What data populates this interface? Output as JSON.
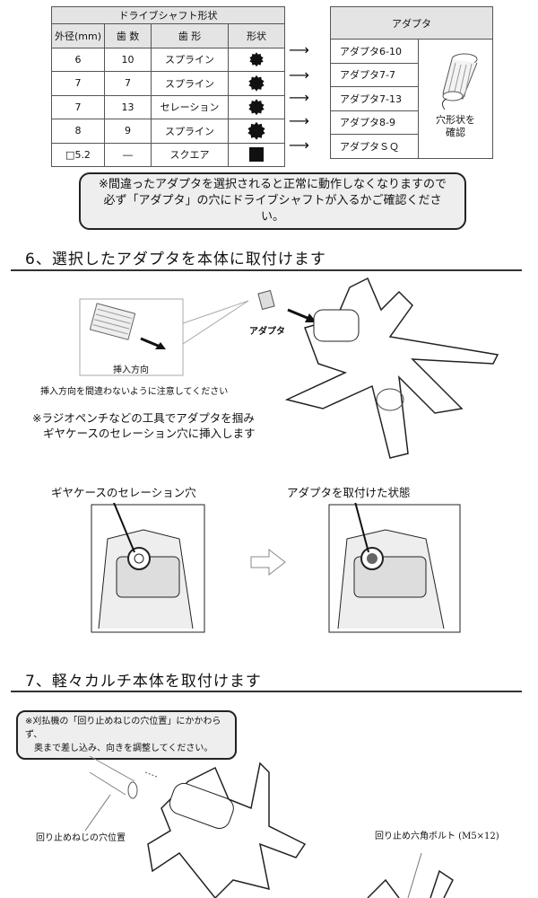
{
  "shaft_table": {
    "title": "ドライブシャフト形状",
    "headers": [
      "外径(mm)",
      "歯 数",
      "歯 形",
      "形状"
    ],
    "rows": [
      {
        "diameter": "6",
        "teeth": "10",
        "type": "スプライン",
        "shape": "spline-10"
      },
      {
        "diameter": "7",
        "teeth": "7",
        "type": "スプライン",
        "shape": "spline-7"
      },
      {
        "diameter": "7",
        "teeth": "13",
        "type": "セレーション",
        "shape": "serration-13"
      },
      {
        "diameter": "8",
        "teeth": "9",
        "type": "スプライン",
        "shape": "spline-9"
      },
      {
        "diameter": "□5.2",
        "teeth": "―",
        "type": "スクエア",
        "shape": "square"
      }
    ]
  },
  "adapter_table": {
    "title": "アダプタ",
    "rows": [
      "アダプタ6-10",
      "アダプタ7-7",
      "アダプタ7-13",
      "アダプタ8-9",
      "アダプタＳＱ"
    ],
    "note": "穴形状を確認"
  },
  "warning": {
    "line1": "※間違ったアダプタを選択されると正常に動作しなくなりますので",
    "line2": "必ず「アダプタ」の穴にドライブシャフトが入るかご確認ください。"
  },
  "section6": {
    "heading": "6、選択したアダプタを本体に取付けます",
    "inset_label": "挿入方向",
    "adapter_label": "アダプタ",
    "caution": "挿入方向を間違わないように注意してください",
    "note_line1": "※ラジオペンチなどの工具でアダプタを掴み",
    "note_line2": "ギヤケースのセレーション穴に挿入します",
    "before_caption": "ギヤケースのセレーション穴",
    "after_caption": "アダプタを取付けた状態"
  },
  "section7": {
    "heading": "7、軽々カルチ本体を取付けます",
    "note_line1": "※刈払機の「回り止めねじの穴位置」にかかわらず、",
    "note_line2": "奥まで差し込み、向きを調整してください。",
    "hole_label": "回り止めねじの穴位置",
    "bolt_label": "回り止め六角ボルト (M5×12)"
  }
}
